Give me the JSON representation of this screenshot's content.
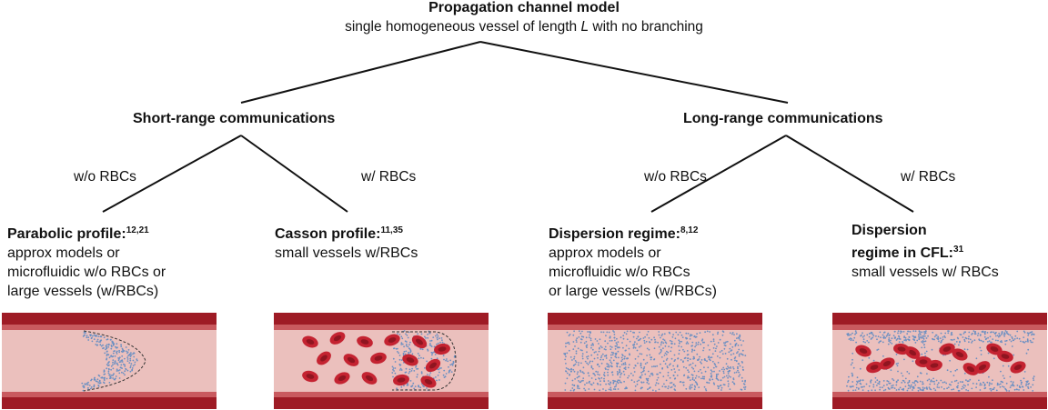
{
  "root": {
    "title": "Propagation channel model",
    "subtitle_prefix": "single homogeneous vessel of length ",
    "subtitle_var": "L",
    "subtitle_suffix": " with no branching"
  },
  "branches": {
    "short": "Short-range communications",
    "long": "Long-range communications"
  },
  "edges": {
    "short_left": "w/o RBCs",
    "short_right": "w/ RBCs",
    "long_left": "w/o RBCs",
    "long_right": "w/ RBCs"
  },
  "leaves": [
    {
      "title": "Parabolic profile:",
      "refs": "12,21",
      "lines": [
        "approx models or",
        "microfluidic w/o RBCs or",
        "large vessels (w/RBCs)"
      ]
    },
    {
      "title": "Casson profile:",
      "refs": "11,35",
      "lines": [
        "small vessels w/RBCs"
      ]
    },
    {
      "title": "Dispersion regime:",
      "refs": "8,12",
      "lines": [
        "approx models or",
        "microfluidic w/o RBCs",
        "or large vessels (w/RBCs)"
      ]
    },
    {
      "title_line1": "Dispersion",
      "title": "regime in CFL:",
      "refs": "31",
      "lines": [
        "small vessels w/ RBCs"
      ]
    }
  ],
  "colors": {
    "wall": "#9e1b25",
    "lumen": "#ebc0bd",
    "rbc": "#c42331",
    "molecule": "#6a8fc2"
  }
}
